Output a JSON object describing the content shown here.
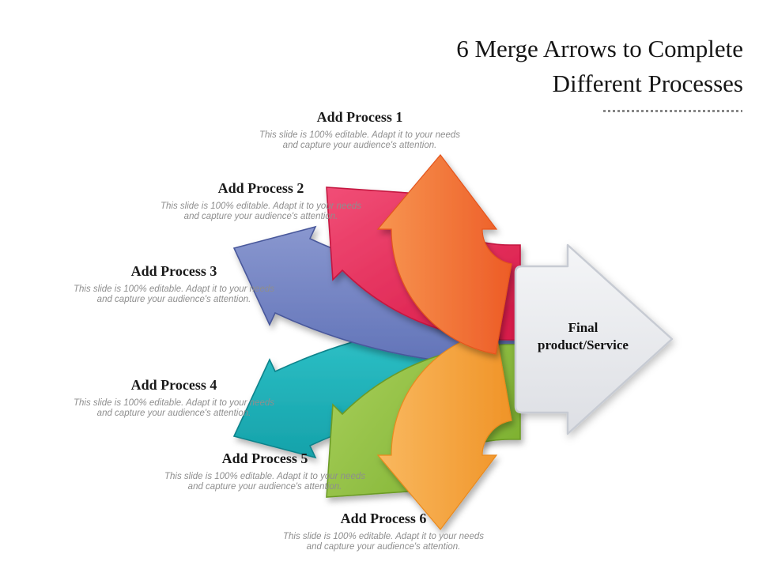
{
  "slide": {
    "title": "6 Merge Arrows to Complete Different Processes",
    "title_color": "#161616",
    "divider_color": "#868686",
    "background_color": "#FFFFFF"
  },
  "processes": [
    {
      "label": "Add Process 1",
      "description": "This slide is 100% editable. Adapt it to your needs and capture your audience's attention.",
      "color_light": "#F79550",
      "color_dark": "#ED5C27",
      "stroke": "#E4551E"
    },
    {
      "label": "Add Process 2",
      "description": "This slide is 100% editable. Adapt it to your needs and capture your audience's attention.",
      "color_light": "#F14E76",
      "color_dark": "#DA1C4B",
      "stroke": "#C4173F"
    },
    {
      "label": "Add Process 3",
      "description": "This slide is 100% editable. Adapt it to your needs and capture your audience's attention.",
      "color_light": "#8997CF",
      "color_dark": "#6173B8",
      "stroke": "#49589B"
    },
    {
      "label": "Add Process 4",
      "description": "This slide is 100% editable. Adapt it to your needs and capture your audience's attention.",
      "color_light": "#30C3C9",
      "color_dark": "#15A2AA",
      "stroke": "#0F838B"
    },
    {
      "label": "Add Process 5",
      "description": "This slide is 100% editable. Adapt it to your needs and capture your audience's attention.",
      "color_light": "#A9D05C",
      "color_dark": "#7FB232",
      "stroke": "#6C9B28"
    },
    {
      "label": "Add Process 6",
      "description": "This slide is 100% editable. Adapt it to your needs and capture your audience's attention.",
      "color_light": "#F9B85F",
      "color_dark": "#F09428",
      "stroke": "#E9891D"
    }
  ],
  "final_arrow": {
    "label": "Final product/Service",
    "fill_light": "#F4F5F7",
    "fill_dark": "#DDDFE4",
    "border": "#C7CBD3",
    "text_color": "#121212"
  }
}
